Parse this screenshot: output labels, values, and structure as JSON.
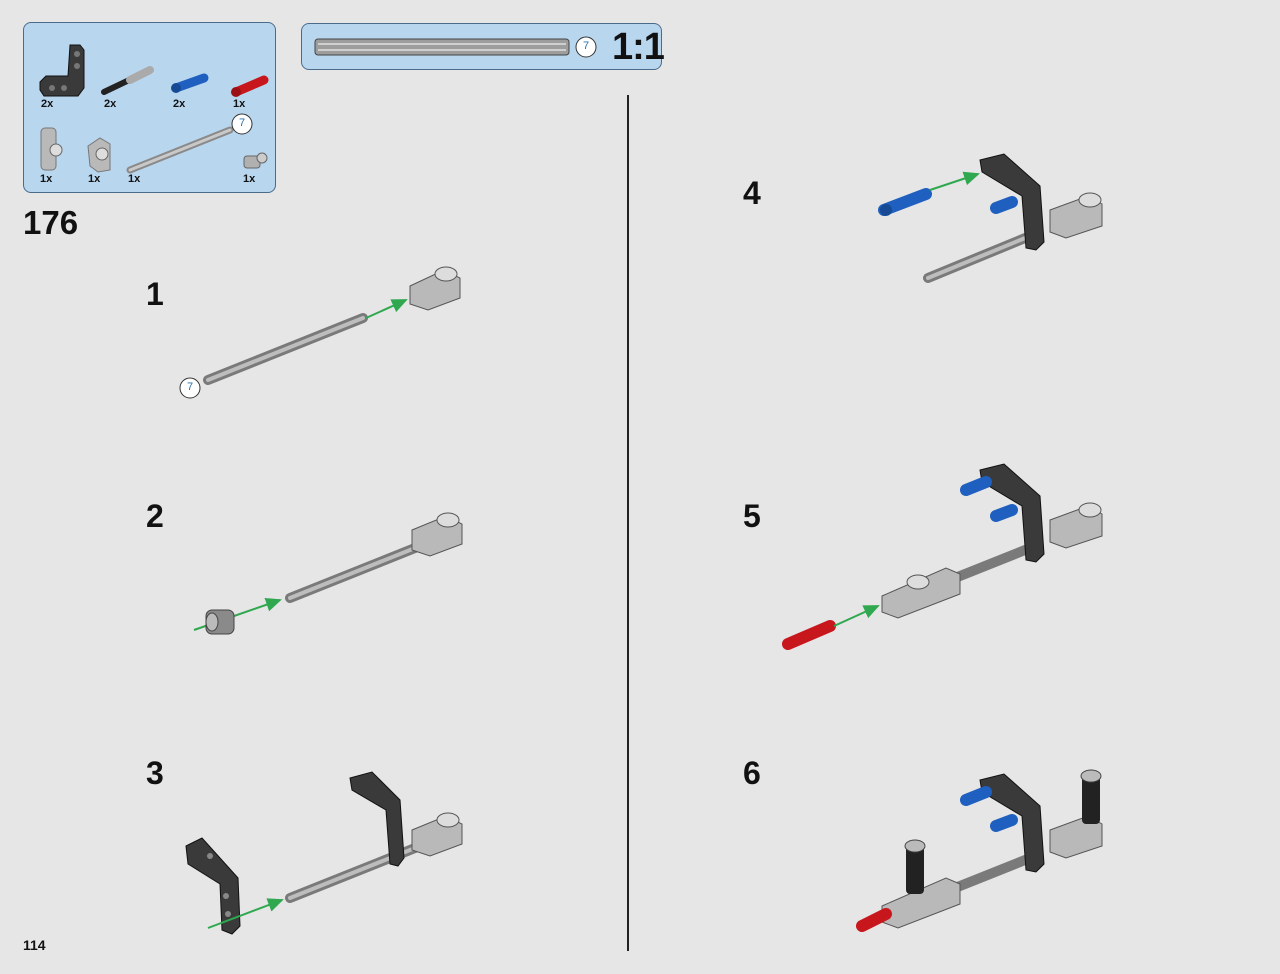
{
  "parts_list": {
    "items": [
      {
        "name": "l-beam",
        "qty": "2x",
        "color": "#333333"
      },
      {
        "name": "axle-black",
        "qty": "2x",
        "color": "#222222"
      },
      {
        "name": "pin-blue",
        "qty": "2x",
        "color": "#1f5fbf"
      },
      {
        "name": "axle-pin-red",
        "qty": "1x",
        "color": "#c8161d"
      },
      {
        "name": "axle-connector",
        "qty": "1x",
        "color": "#b5b5b5"
      },
      {
        "name": "pin-connector",
        "qty": "1x",
        "color": "#b5b5b5"
      },
      {
        "name": "axle-7",
        "qty": "1x",
        "color": "#a8a8a8"
      },
      {
        "name": "bush",
        "qty": "1x",
        "color": "#a8a8a8"
      }
    ],
    "axle_length_badge": "7"
  },
  "scale_reference": {
    "length_badge": "7",
    "ratio_label": "1:1"
  },
  "step": {
    "number": "176"
  },
  "substeps": [
    {
      "label": "1"
    },
    {
      "label": "2"
    },
    {
      "label": "3"
    },
    {
      "label": "4"
    },
    {
      "label": "5"
    },
    {
      "label": "6"
    }
  ],
  "substep1_badge": "7",
  "page": {
    "number": "114"
  },
  "colors": {
    "background": "#e6e6e6",
    "panel": "#b9d6ef",
    "arrow": "#2fa84f",
    "blue_part": "#1f5fbf",
    "red_part": "#c8161d"
  }
}
